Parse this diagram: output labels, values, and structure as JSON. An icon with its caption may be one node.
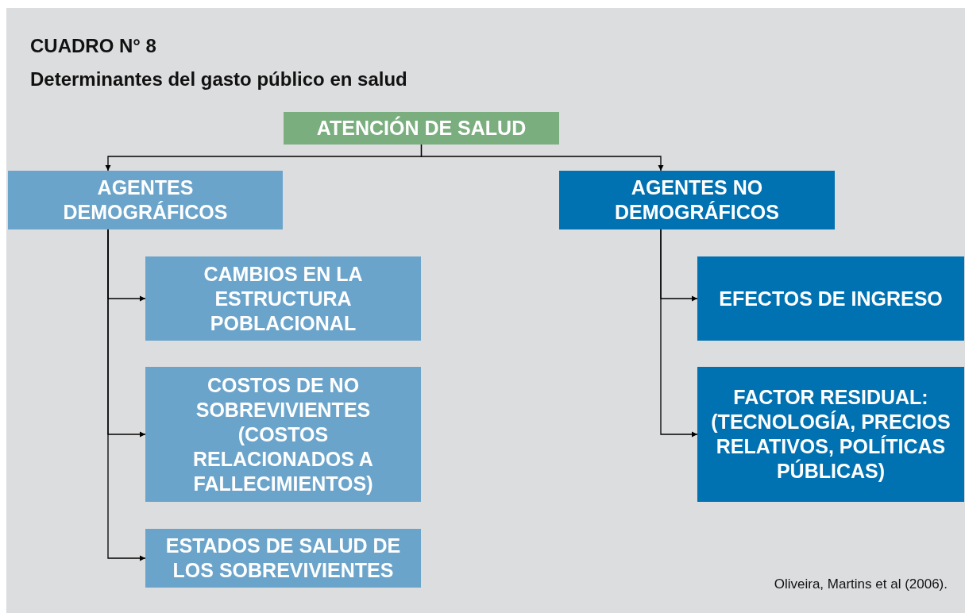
{
  "diagram": {
    "title": "CUADRO N° 8",
    "caption": "Determinantes del gasto público en salud",
    "nodes": [
      {
        "text": [
          "ATENCIÓN DE SALUD"
        ]
      },
      {
        "text": [
          "AGENTES DEMOGRÁFICOS"
        ]
      },
      {
        "text": [
          "AGENTES NO DEMOGRÁFICOS"
        ]
      },
      {
        "text": [
          "CAMBIOS EN LA ESTRUCTURA POBLACIONAL"
        ]
      },
      {
        "text": [
          "COSTOS DE NO SOBREVIVIENTES (COSTOS RELACIONADOS A FALLECIMIENTOS)"
        ]
      },
      {
        "text": [
          "ESTADOS DE SALUD DE LOS SOBREVIVIENTES"
        ]
      },
      {
        "text": [
          "EFECTOS DE INGRESO"
        ]
      },
      {
        "text": [
          "FACTOR RESIDUAL: (TECNOLOGÍA, PRECIOS RELATIVOS, POLÍTICAS PÚBLICAS)"
        ]
      }
    ],
    "edges": [
      {
        "from": 0,
        "to": 1,
        "arrow": "to"
      },
      {
        "from": 0,
        "to": 2,
        "arrow": "to"
      },
      {
        "from": 1,
        "to": 3,
        "arrow": "to"
      },
      {
        "from": 1,
        "to": 4,
        "arrow": "to"
      },
      {
        "from": 1,
        "to": 5,
        "arrow": "to"
      },
      {
        "from": 2,
        "to": 6,
        "arrow": "to"
      },
      {
        "from": 2,
        "to": 7,
        "arrow": "to"
      }
    ],
    "labels": [
      "Oliveira, Martins et al (2006)."
    ]
  }
}
